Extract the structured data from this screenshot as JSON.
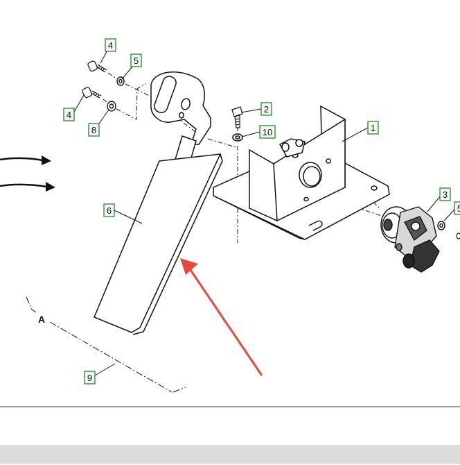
{
  "diagram": {
    "view_letter": "A",
    "callouts": [
      {
        "id": "c4a",
        "label": "4"
      },
      {
        "id": "c5a",
        "label": "5"
      },
      {
        "id": "c4b",
        "label": "4"
      },
      {
        "id": "c8",
        "label": "8"
      },
      {
        "id": "c2",
        "label": "2"
      },
      {
        "id": "c10",
        "label": "10"
      },
      {
        "id": "c1",
        "label": "1"
      },
      {
        "id": "c3",
        "label": "3"
      },
      {
        "id": "c5b",
        "label": "5"
      },
      {
        "id": "c6",
        "label": "6"
      },
      {
        "id": "c9",
        "label": "9"
      }
    ],
    "colors": {
      "callout_border": "#1c7a1c",
      "callout_fill": "#f2fbf2",
      "line": "#111111",
      "annotation_arrow": "#e8473c"
    }
  }
}
